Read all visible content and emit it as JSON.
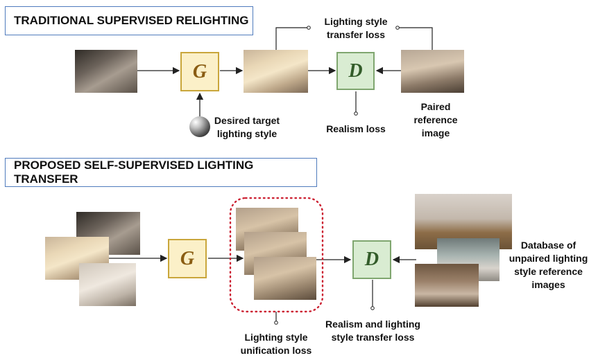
{
  "top": {
    "title": "TRADITIONAL SUPERVISED RELIGHTING",
    "g_label": "G",
    "d_label": "D",
    "lighting_loss": "Lighting style transfer loss",
    "realism_loss": "Realism loss",
    "target_style": "Desired target lighting style",
    "paired_ref": "Paired reference image"
  },
  "bottom": {
    "title": "PROPOSED SELF-SUPERVISED LIGHTING TRANSFER",
    "g_label": "G",
    "d_label": "D",
    "unification_loss": "Lighting style unification loss",
    "combined_loss": "Realism and lighting style transfer loss",
    "database": "Database of unpaired lighting style reference images"
  },
  "colors": {
    "g_fill": "#fbf0c8",
    "g_border": "#c9a63b",
    "g_text": "#8a5d13",
    "d_fill": "#d9ecd2",
    "d_border": "#7fa66f",
    "d_text": "#335c2a",
    "title_border": "#4f7bbd",
    "dotted": "#cc2233"
  }
}
